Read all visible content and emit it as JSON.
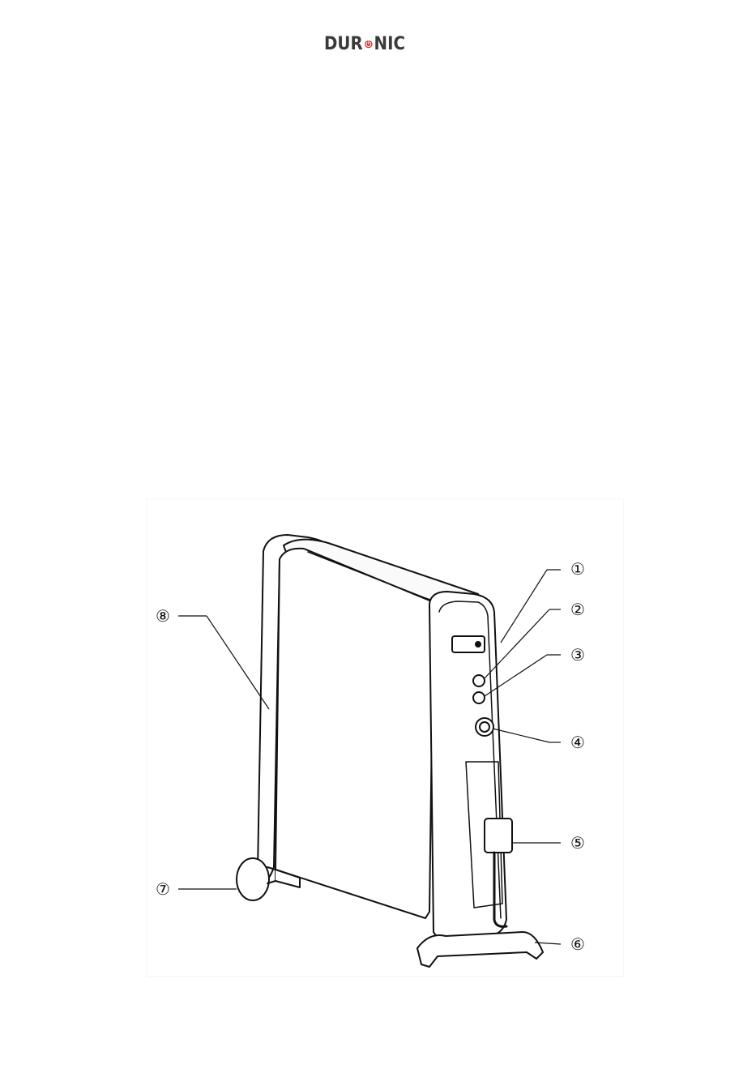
{
  "brand": {
    "logo_text_left": "DUR",
    "logo_text_right": "NIC",
    "logo_text_color": "#3a3a3a",
    "logo_accent_color": "#e2312b"
  },
  "figure": {
    "callouts": [
      {
        "id": "1",
        "label": "①"
      },
      {
        "id": "2",
        "label": "②"
      },
      {
        "id": "3",
        "label": "③"
      },
      {
        "id": "4",
        "label": "④"
      },
      {
        "id": "5",
        "label": "⑤"
      },
      {
        "id": "6",
        "label": "⑥"
      },
      {
        "id": "7",
        "label": "⑦"
      },
      {
        "id": "8",
        "label": "⑧"
      }
    ]
  }
}
